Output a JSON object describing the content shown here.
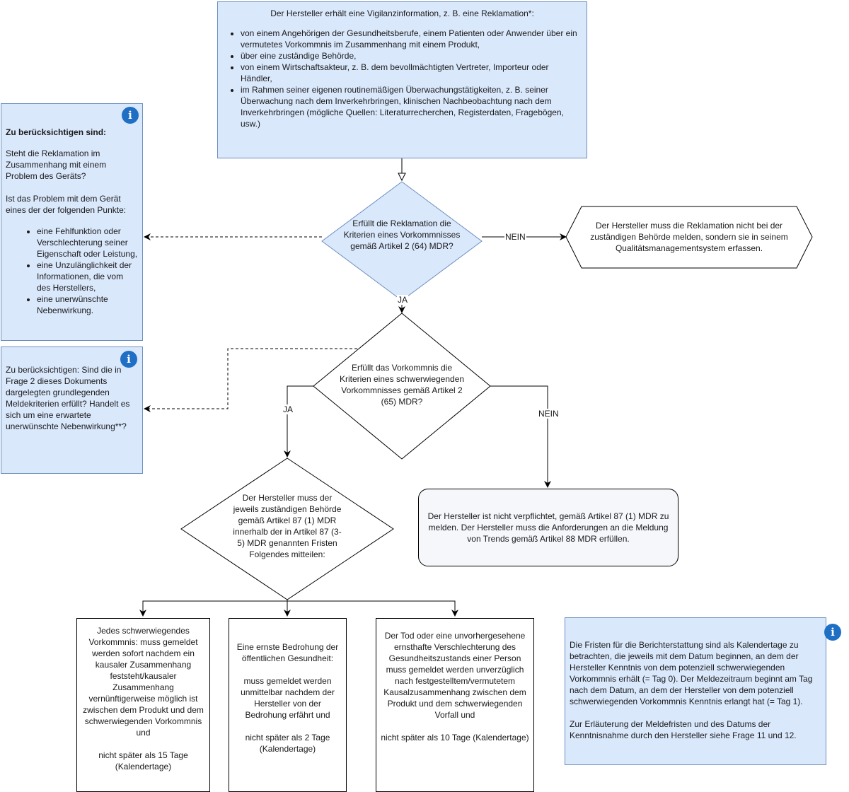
{
  "top_box": {
    "heading": "Der Hersteller erhält eine Vigilanzinformation, z. B. eine Reklamation*:",
    "items": [
      "von einem Angehörigen der Gesundheitsberufe, einem Patienten oder Anwender über ein vermutetes Vorkommnis im Zusammenhang mit einem Produkt,",
      "über eine zuständige Behörde,",
      "von einem Wirtschaftsakteur, z. B. dem bevollmächtigten Vertreter, Importeur oder Händler,",
      "im Rahmen seiner eigenen routinemäßigen Überwachungstätigkeiten, z. B. seiner Überwachung nach dem Inverkehrbringen, klinischen Nachbeobachtung nach dem Inverkehrbringen (mögliche Quellen: Literaturrecherchen, Registerdaten, Fragebögen, usw.)"
    ]
  },
  "decision1": {
    "text": "Erfüllt die Reklamation die Kriterien eines Vorkommnisses gemäß Artikel 2 (64) MDR?",
    "yes_label": "JA",
    "no_label": "NEIN"
  },
  "hexagon": {
    "text": "Der Hersteller muss die Reklamation nicht bei der zuständigen Behörde melden, sondern sie in seinem Qualitätsmanagementsystem erfassen."
  },
  "info1": {
    "icon": "info-icon",
    "title": "Zu berücksichtigen sind:",
    "para1": "Steht die Reklamation im Zusammenhang mit einem Problem des Geräts?",
    "para2": "Ist das Problem mit dem Gerät eines der der folgenden Punkte:",
    "items": [
      "eine Fehlfunktion oder Verschlechterung seiner Eigenschaft oder Leistung,",
      "eine Unzulänglichkeit der Informationen, die vom des Herstellers,",
      "eine unerwünschte Nebenwirkung."
    ]
  },
  "decision2": {
    "text": "Erfüllt das Vorkommnis die Kriterien eines schwerwiegenden Vorkommnisses gemäß Artikel 2 (65) MDR?",
    "yes_label": "JA",
    "no_label": "NEIN"
  },
  "info2": {
    "icon": "info-icon",
    "text": "Zu berücksichtigen: Sind die in Frage 2 dieses Dokuments dargelegten grundlegenden Meldekriterien erfüllt? Handelt es sich um eine erwartete unerwünschte Nebenwirkung**?"
  },
  "rounded_box": {
    "text": "Der Hersteller ist nicht verpflichtet, gemäß Artikel 87 (1) MDR zu melden. Der Hersteller muss die Anforderungen an die Meldung von Trends gemäß Artikel 88 MDR erfüllen."
  },
  "decision3": {
    "text": "Der Hersteller muss der jeweils zuständigen Behörde gemäß Artikel 87 (1) MDR innerhalb der in Artikel 87 (3-5) MDR genannten Fristen Folgendes mitteilen:"
  },
  "box_a": {
    "text": "Jedes schwerwiegendes Vorkommnis: muss gemeldet werden sofort nachdem ein kausaler Zusammenhang feststeht/kausaler Zusammenhang vernünftigerweise möglich ist zwischen dem Produkt und dem schwerwiegenden Vorkommnis und",
    "deadline": "nicht später als 15 Tage (Kalendertage)"
  },
  "box_b": {
    "text": "Eine ernste Bedrohung der öffentlichen Gesundheit:",
    "text2": "muss gemeldet werden unmittelbar nachdem der Hersteller von der Bedrohung erfährt und",
    "deadline": "nicht später als 2 Tage (Kalendertage)"
  },
  "box_c": {
    "text": "Der Tod oder eine unvorhergesehene ernsthafte Verschlechterung des Gesundheitszustands einer Person muss gemeldet werden unverzüglich nach festgestelltem/vermutetem Kausalzusammenhang zwischen dem Produkt und dem schwerwiegenden Vorfall und",
    "deadline": "nicht später als 10 Tage (Kalendertage)"
  },
  "info3": {
    "icon": "info-icon",
    "para1": "Die Fristen für die Berichterstattung sind als Kalendertage zu betrachten, die jeweils mit dem Datum beginnen, an dem der Hersteller Kenntnis von dem potenziell schwerwiegenden Vorkommnis erhält (= Tag 0). Der Meldezeitraum beginnt am Tag nach dem Datum, an dem der Hersteller von dem potenziell schwerwiegenden Vorkommnis Kenntnis erlangt hat (= Tag 1).",
    "para2": "Zur Erläuterung der Meldefristen und des Datums der Kenntnisnahme durch den Hersteller siehe Frage 11 und 12."
  }
}
